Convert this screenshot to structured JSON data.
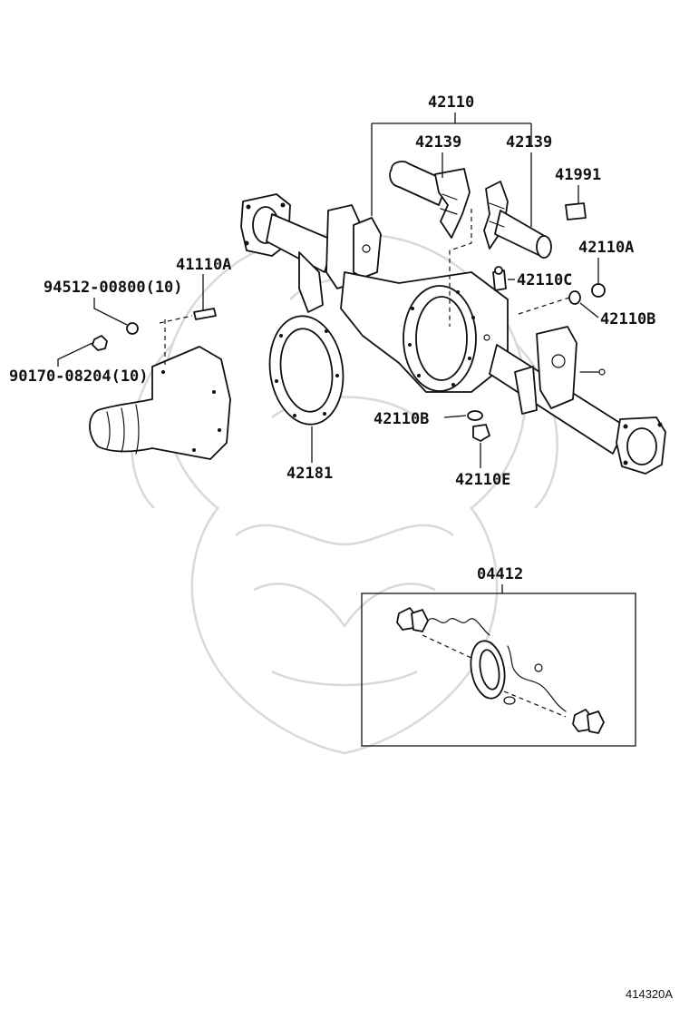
{
  "figure_id": "414320A",
  "callouts": {
    "c42110": "42110",
    "c42139_left": "42139",
    "c42139_right": "42139",
    "c41991": "41991",
    "c42110A": "42110A",
    "c42110C": "42110C",
    "c42110B_upper": "42110B",
    "c41110A": "41110A",
    "c94512": "94512-00800(10)",
    "c90170": "90170-08204(10)",
    "c42110B_lower": "42110B",
    "c42181": "42181",
    "c42110E": "42110E",
    "c04412": "04412"
  },
  "parts": [
    {
      "id": "axle-housing",
      "icon": "axle-housing-icon"
    },
    {
      "id": "axle-tube-left",
      "icon": "axle-tube-icon"
    },
    {
      "id": "axle-tube-right",
      "icon": "axle-tube-icon"
    },
    {
      "id": "label-plate",
      "icon": "label-plate-icon"
    },
    {
      "id": "carrier-gasket",
      "icon": "gasket-icon"
    },
    {
      "id": "differential-carrier",
      "icon": "carrier-icon"
    },
    {
      "id": "stud",
      "icon": "stud-icon"
    },
    {
      "id": "nut",
      "icon": "nut-icon"
    },
    {
      "id": "washer",
      "icon": "washer-icon"
    },
    {
      "id": "breather-plug",
      "icon": "breather-icon"
    },
    {
      "id": "drain-plug",
      "icon": "drain-plug-icon"
    },
    {
      "id": "gasket-kit",
      "icon": "gasket-kit-icon"
    }
  ],
  "watermark": "samurai-helmet-watermark-icon"
}
